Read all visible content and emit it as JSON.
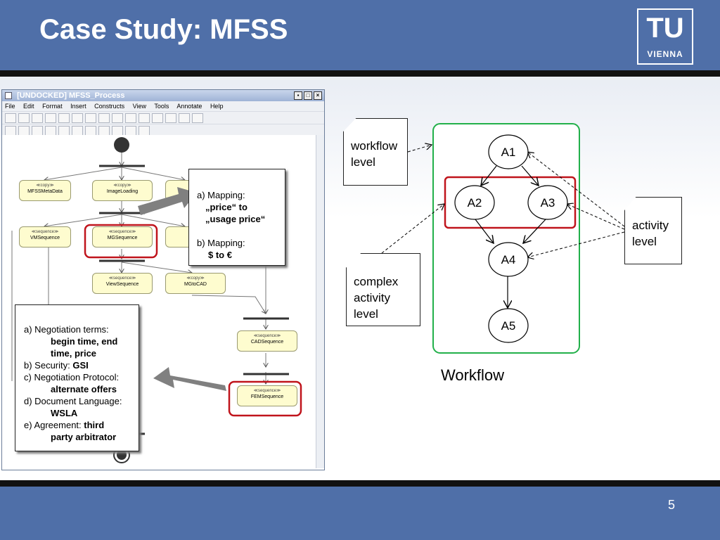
{
  "slide": {
    "title": "Case Study: MFSS",
    "logo_top": "TU",
    "logo_bottom": "VIENNA",
    "page_number": "5"
  },
  "tool_window": {
    "title": "[UNDOCKED] MFSS_Process",
    "menu": [
      "File",
      "Edit",
      "Format",
      "Insert",
      "Constructs",
      "View",
      "Tools",
      "Annotate",
      "Help"
    ],
    "nodes": {
      "mfssmetadata": {
        "stereotype": "≪copy≫",
        "name": "MFSSMetaData"
      },
      "imageloading": {
        "stereotype": "≪copy≫",
        "name": "ImageLoading"
      },
      "vmsequence": {
        "stereotype": "≪sequence≫",
        "name": "VMSequence"
      },
      "mgsequence": {
        "stereotype": "≪sequence≫",
        "name": "MGSequence"
      },
      "viewsequence": {
        "stereotype": "≪sequence≫",
        "name": "ViewSequence"
      },
      "mgtocad": {
        "stereotype": "≪copy≫",
        "name": "MGtoCAD"
      },
      "cadsequence": {
        "stereotype": "≪sequence≫",
        "name": "CADSequence"
      },
      "femsequence": {
        "stereotype": "≪sequence≫",
        "name": "FEMSequence"
      }
    }
  },
  "mapping_note": {
    "a_label": "a) Mapping:",
    "a_line1": "„price“ to",
    "a_line2": "„usage price“",
    "b_label": "b) Mapping:",
    "b_line1": "$ to €"
  },
  "negotiation_note": {
    "a_label": "a) Negotiation terms:",
    "a_line1": "begin time, end",
    "a_line2": "time, price",
    "b_label": "b) Security: ",
    "b_value": "GSI",
    "c_label": "c) Negotiation Protocol:",
    "c_value": "alternate offers",
    "d_label": "d) Document Language:",
    "d_value": "WSLA",
    "e_label": "e) Agreement: ",
    "e_value1": "third",
    "e_value2": "party arbitrator"
  },
  "workflow_diagram": {
    "nodes": [
      "A1",
      "A2",
      "A3",
      "A4",
      "A5"
    ],
    "caption": "Workflow",
    "workflow_level": {
      "line1": "workflow",
      "line2": "level"
    },
    "activity_level": {
      "line1": "activity",
      "line2": "level"
    },
    "complex_level": {
      "line1": "complex",
      "line2": "activity",
      "line3": "level"
    }
  },
  "colors": {
    "header_blue": "#4f6fa8",
    "highlight_red": "#c0141c",
    "workflow_green": "#22b04a",
    "uml_fill": "#fefccf"
  }
}
